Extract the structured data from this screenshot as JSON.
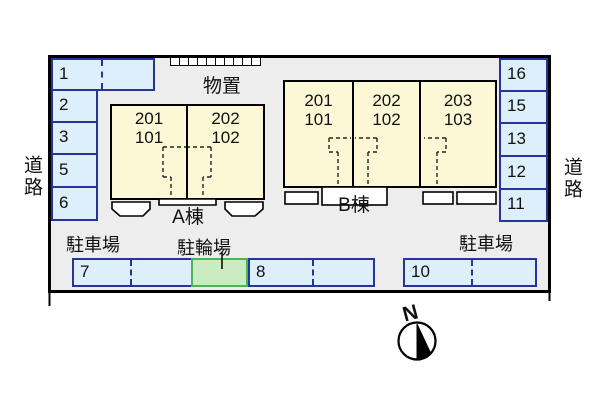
{
  "site_plan": {
    "roads": {
      "left": "道路",
      "right": "道路"
    },
    "storage": {
      "label": "物置",
      "unit_count": 10
    },
    "buildings": [
      {
        "name": "A棟",
        "units": [
          {
            "upper": "201",
            "lower": "101"
          },
          {
            "upper": "202",
            "lower": "102"
          }
        ]
      },
      {
        "name": "B棟",
        "units": [
          {
            "upper": "201",
            "lower": "101"
          },
          {
            "upper": "202",
            "lower": "102"
          },
          {
            "upper": "203",
            "lower": "103"
          }
        ]
      }
    ],
    "parking": {
      "label_left": "駐車場",
      "label_right": "駐車場",
      "bike_label": "駐輪場",
      "left_column": [
        "1",
        "2",
        "3",
        "5",
        "6"
      ],
      "right_column": [
        "16",
        "15",
        "13",
        "12",
        "11"
      ],
      "bottom_row": [
        "7",
        "8",
        "10"
      ]
    },
    "compass": {
      "label": "N"
    },
    "colors": {
      "site_background": "#ededed",
      "parking_fill": "#ddeffb",
      "parking_border": "#24349a",
      "bike_fill": "#c9ecc2",
      "bike_border": "#4cb553",
      "building_fill": "#fcf8d6",
      "outline": "#000000"
    }
  }
}
